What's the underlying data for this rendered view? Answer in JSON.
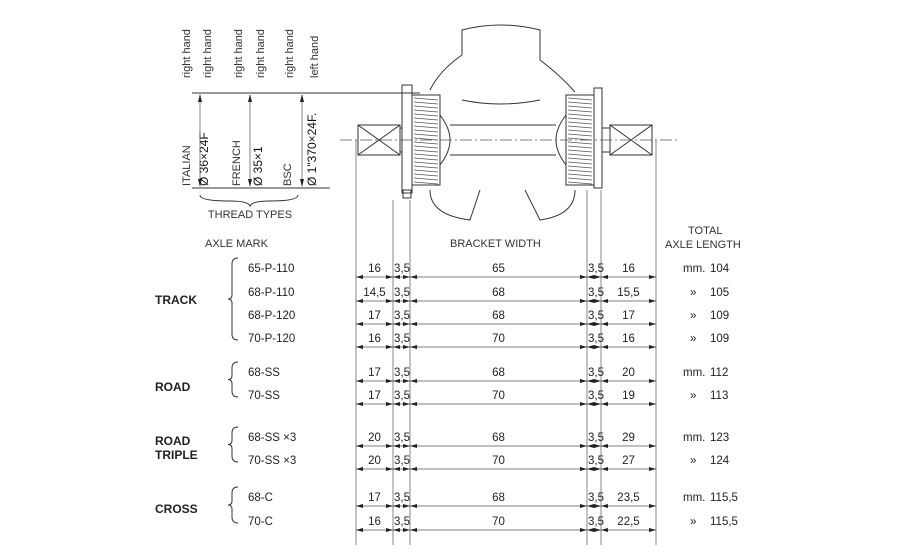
{
  "thread_types": {
    "title": "THREAD TYPES",
    "hands": [
      "right hand",
      "right hand",
      "right hand",
      "right hand",
      "right hand",
      "left hand"
    ],
    "types": [
      {
        "name": "ITALIAN",
        "spec": "Ø  36×24F"
      },
      {
        "name": "FRENCH",
        "spec": "Ø  35×1"
      },
      {
        "name": "BSC",
        "spec": "Ø  1\"370×24F."
      }
    ]
  },
  "headers": {
    "axle_mark": "AXLE MARK",
    "bracket_width": "BRACKET WIDTH",
    "total_1": "TOTAL",
    "total_2": "AXLE LENGTH"
  },
  "groups": [
    {
      "label": [
        "TRACK"
      ],
      "rows": [
        {
          "mark": "65-P-110",
          "dims": [
            "16",
            "3,5",
            "65",
            "3,5",
            "16"
          ],
          "prefix": "mm.",
          "total": "104"
        },
        {
          "mark": "68-P-110",
          "dims": [
            "14,5",
            "3,5",
            "68",
            "3,5",
            "15,5"
          ],
          "prefix": "»",
          "total": "105"
        },
        {
          "mark": "68-P-120",
          "dims": [
            "17",
            "3,5",
            "68",
            "3,5",
            "17"
          ],
          "prefix": "»",
          "total": "109"
        },
        {
          "mark": "70-P-120",
          "dims": [
            "16",
            "3,5",
            "70",
            "3,5",
            "16"
          ],
          "prefix": "»",
          "total": "109"
        }
      ]
    },
    {
      "label": [
        "ROAD"
      ],
      "rows": [
        {
          "mark": "68-SS",
          "dims": [
            "17",
            "3,5",
            "68",
            "3,5",
            "20"
          ],
          "prefix": "mm.",
          "total": "112"
        },
        {
          "mark": "70-SS",
          "dims": [
            "17",
            "3,5",
            "70",
            "3,5",
            "19"
          ],
          "prefix": "»",
          "total": "113"
        }
      ]
    },
    {
      "label": [
        "ROAD",
        "TRIPLE"
      ],
      "rows": [
        {
          "mark": "68-SS ×3",
          "dims": [
            "20",
            "3,5",
            "68",
            "3,5",
            "29"
          ],
          "prefix": "mm.",
          "total": "123"
        },
        {
          "mark": "70-SS ×3",
          "dims": [
            "20",
            "3,5",
            "70",
            "3,5",
            "27"
          ],
          "prefix": "»",
          "total": "124"
        }
      ]
    },
    {
      "label": [
        "CROSS"
      ],
      "rows": [
        {
          "mark": "68-C",
          "dims": [
            "17",
            "3,5",
            "68",
            "3,5",
            "23,5"
          ],
          "prefix": "mm.",
          "total": "115,5"
        },
        {
          "mark": "70-C",
          "dims": [
            "16",
            "3,5",
            "70",
            "3,5",
            "22,5"
          ],
          "prefix": "»",
          "total": "115,5"
        }
      ]
    }
  ]
}
